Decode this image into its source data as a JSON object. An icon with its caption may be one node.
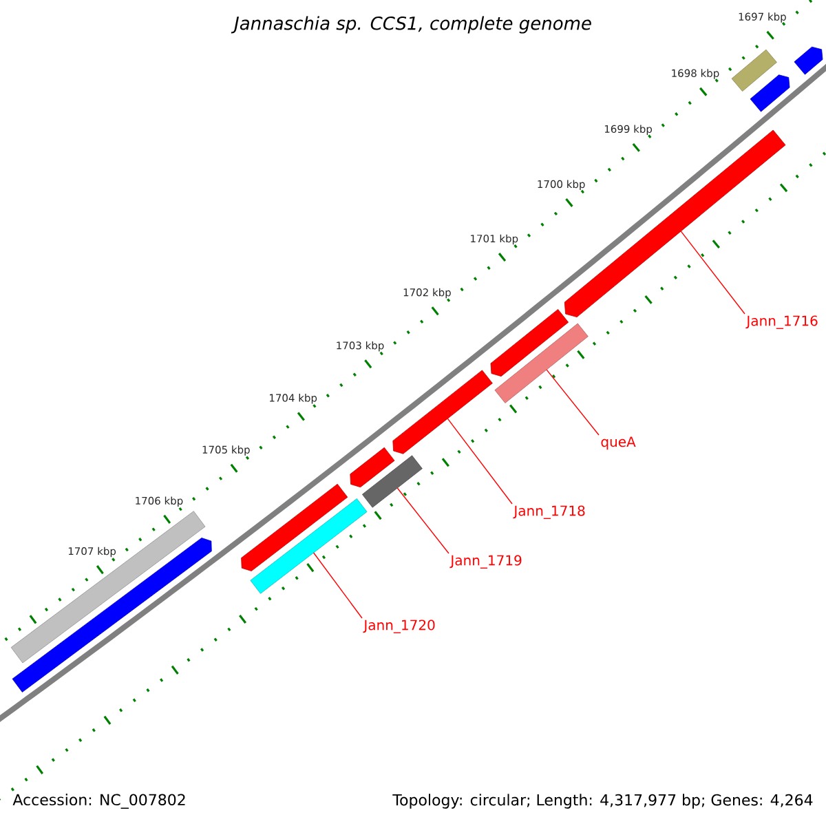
{
  "diagram": {
    "title": "Jannaschia sp. CCS1, complete genome",
    "nodes": [
      {
        "text": [
          "Jann_1716"
        ]
      },
      {
        "text": [
          "queA"
        ]
      },
      {
        "text": [
          "Jann_1718"
        ]
      },
      {
        "text": [
          "Jann_1719"
        ]
      },
      {
        "text": [
          "Jann_1720"
        ]
      },
      {
        "text": [],
        "shape": "arrow"
      },
      {
        "text": [],
        "shape": "bar"
      },
      {
        "text": [],
        "shape": "arrow"
      },
      {
        "text": [],
        "shape": "bar"
      },
      {
        "text": [],
        "shape": "bar"
      },
      {
        "text": [],
        "shape": "bar"
      },
      {
        "text": [],
        "shape": "arrow"
      },
      {
        "text": [],
        "shape": "arrow"
      },
      {
        "text": [],
        "shape": "arrow"
      },
      {
        "text": [],
        "shape": "arrow"
      },
      {
        "text": [],
        "shape": "bar"
      },
      {
        "text": [],
        "shape": "arrow"
      },
      {
        "text": [],
        "shape": "arrow"
      }
    ],
    "edges": [
      {
        "from": 0,
        "to": 5,
        "arrow": "none"
      },
      {
        "from": 1,
        "to": 6,
        "arrow": "none"
      },
      {
        "from": 2,
        "to": 7,
        "arrow": "none"
      },
      {
        "from": 3,
        "to": 8,
        "arrow": "none"
      },
      {
        "from": 4,
        "to": 9,
        "arrow": "none"
      }
    ],
    "labels": [
      "1697 kbp",
      "1698 kbp",
      "1699 kbp",
      "1700 kbp",
      "1701 kbp",
      "1702 kbp",
      "1703 kbp",
      "1704 kbp",
      "1705 kbp",
      "1706 kbp",
      "1707 kbp",
      "Accession: NC_007802",
      "Topology: circular; Length: 4,317,977 bp; Genes: 4,264"
    ]
  }
}
